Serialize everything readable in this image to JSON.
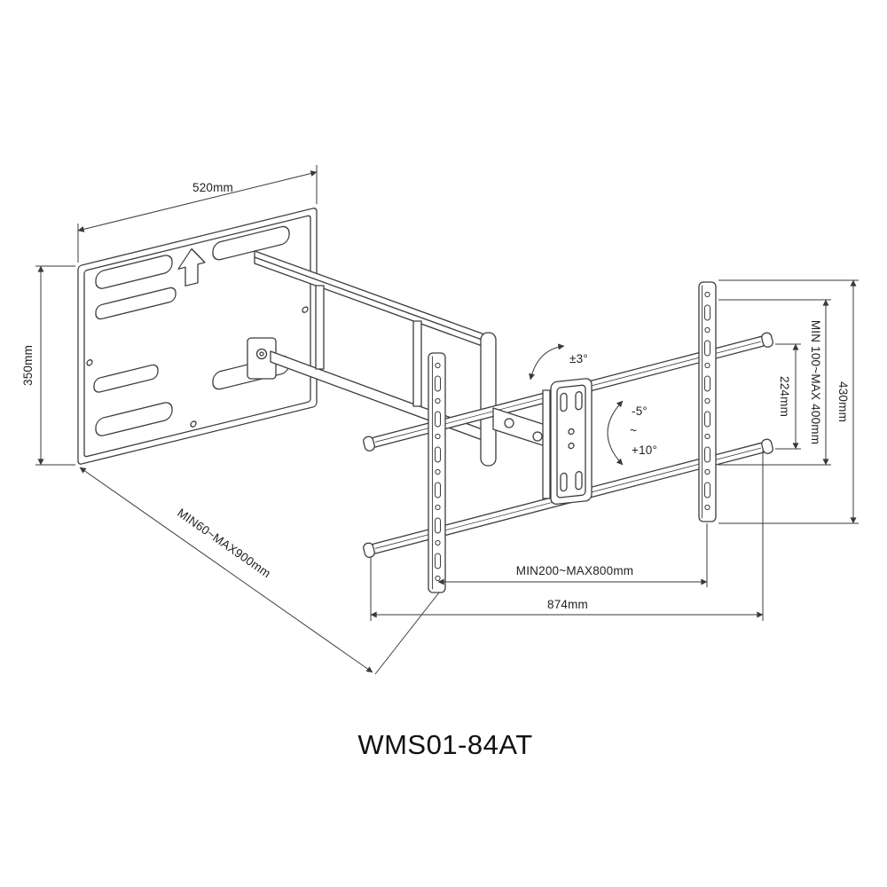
{
  "product": {
    "model": "WMS01-84AT"
  },
  "annotations": {
    "plate_width": "520mm",
    "plate_height": "350mm",
    "arm_extension": "MIN60~MAX900mm",
    "swivel_angle": "±3°",
    "tilt_down": "-5°",
    "tilt_separator": "~",
    "tilt_up": "+10°",
    "rail_gap": "224mm",
    "vesa_vertical_range": "MIN 100~MAX 400mm",
    "bracket_height": "430mm",
    "vesa_horizontal_range": "MIN200~MAX800mm",
    "crossbar_width": "874mm"
  },
  "colors": {
    "line": "#3d3d3d",
    "dimension": "#3a3a3a",
    "text": "#1f1f1f"
  }
}
